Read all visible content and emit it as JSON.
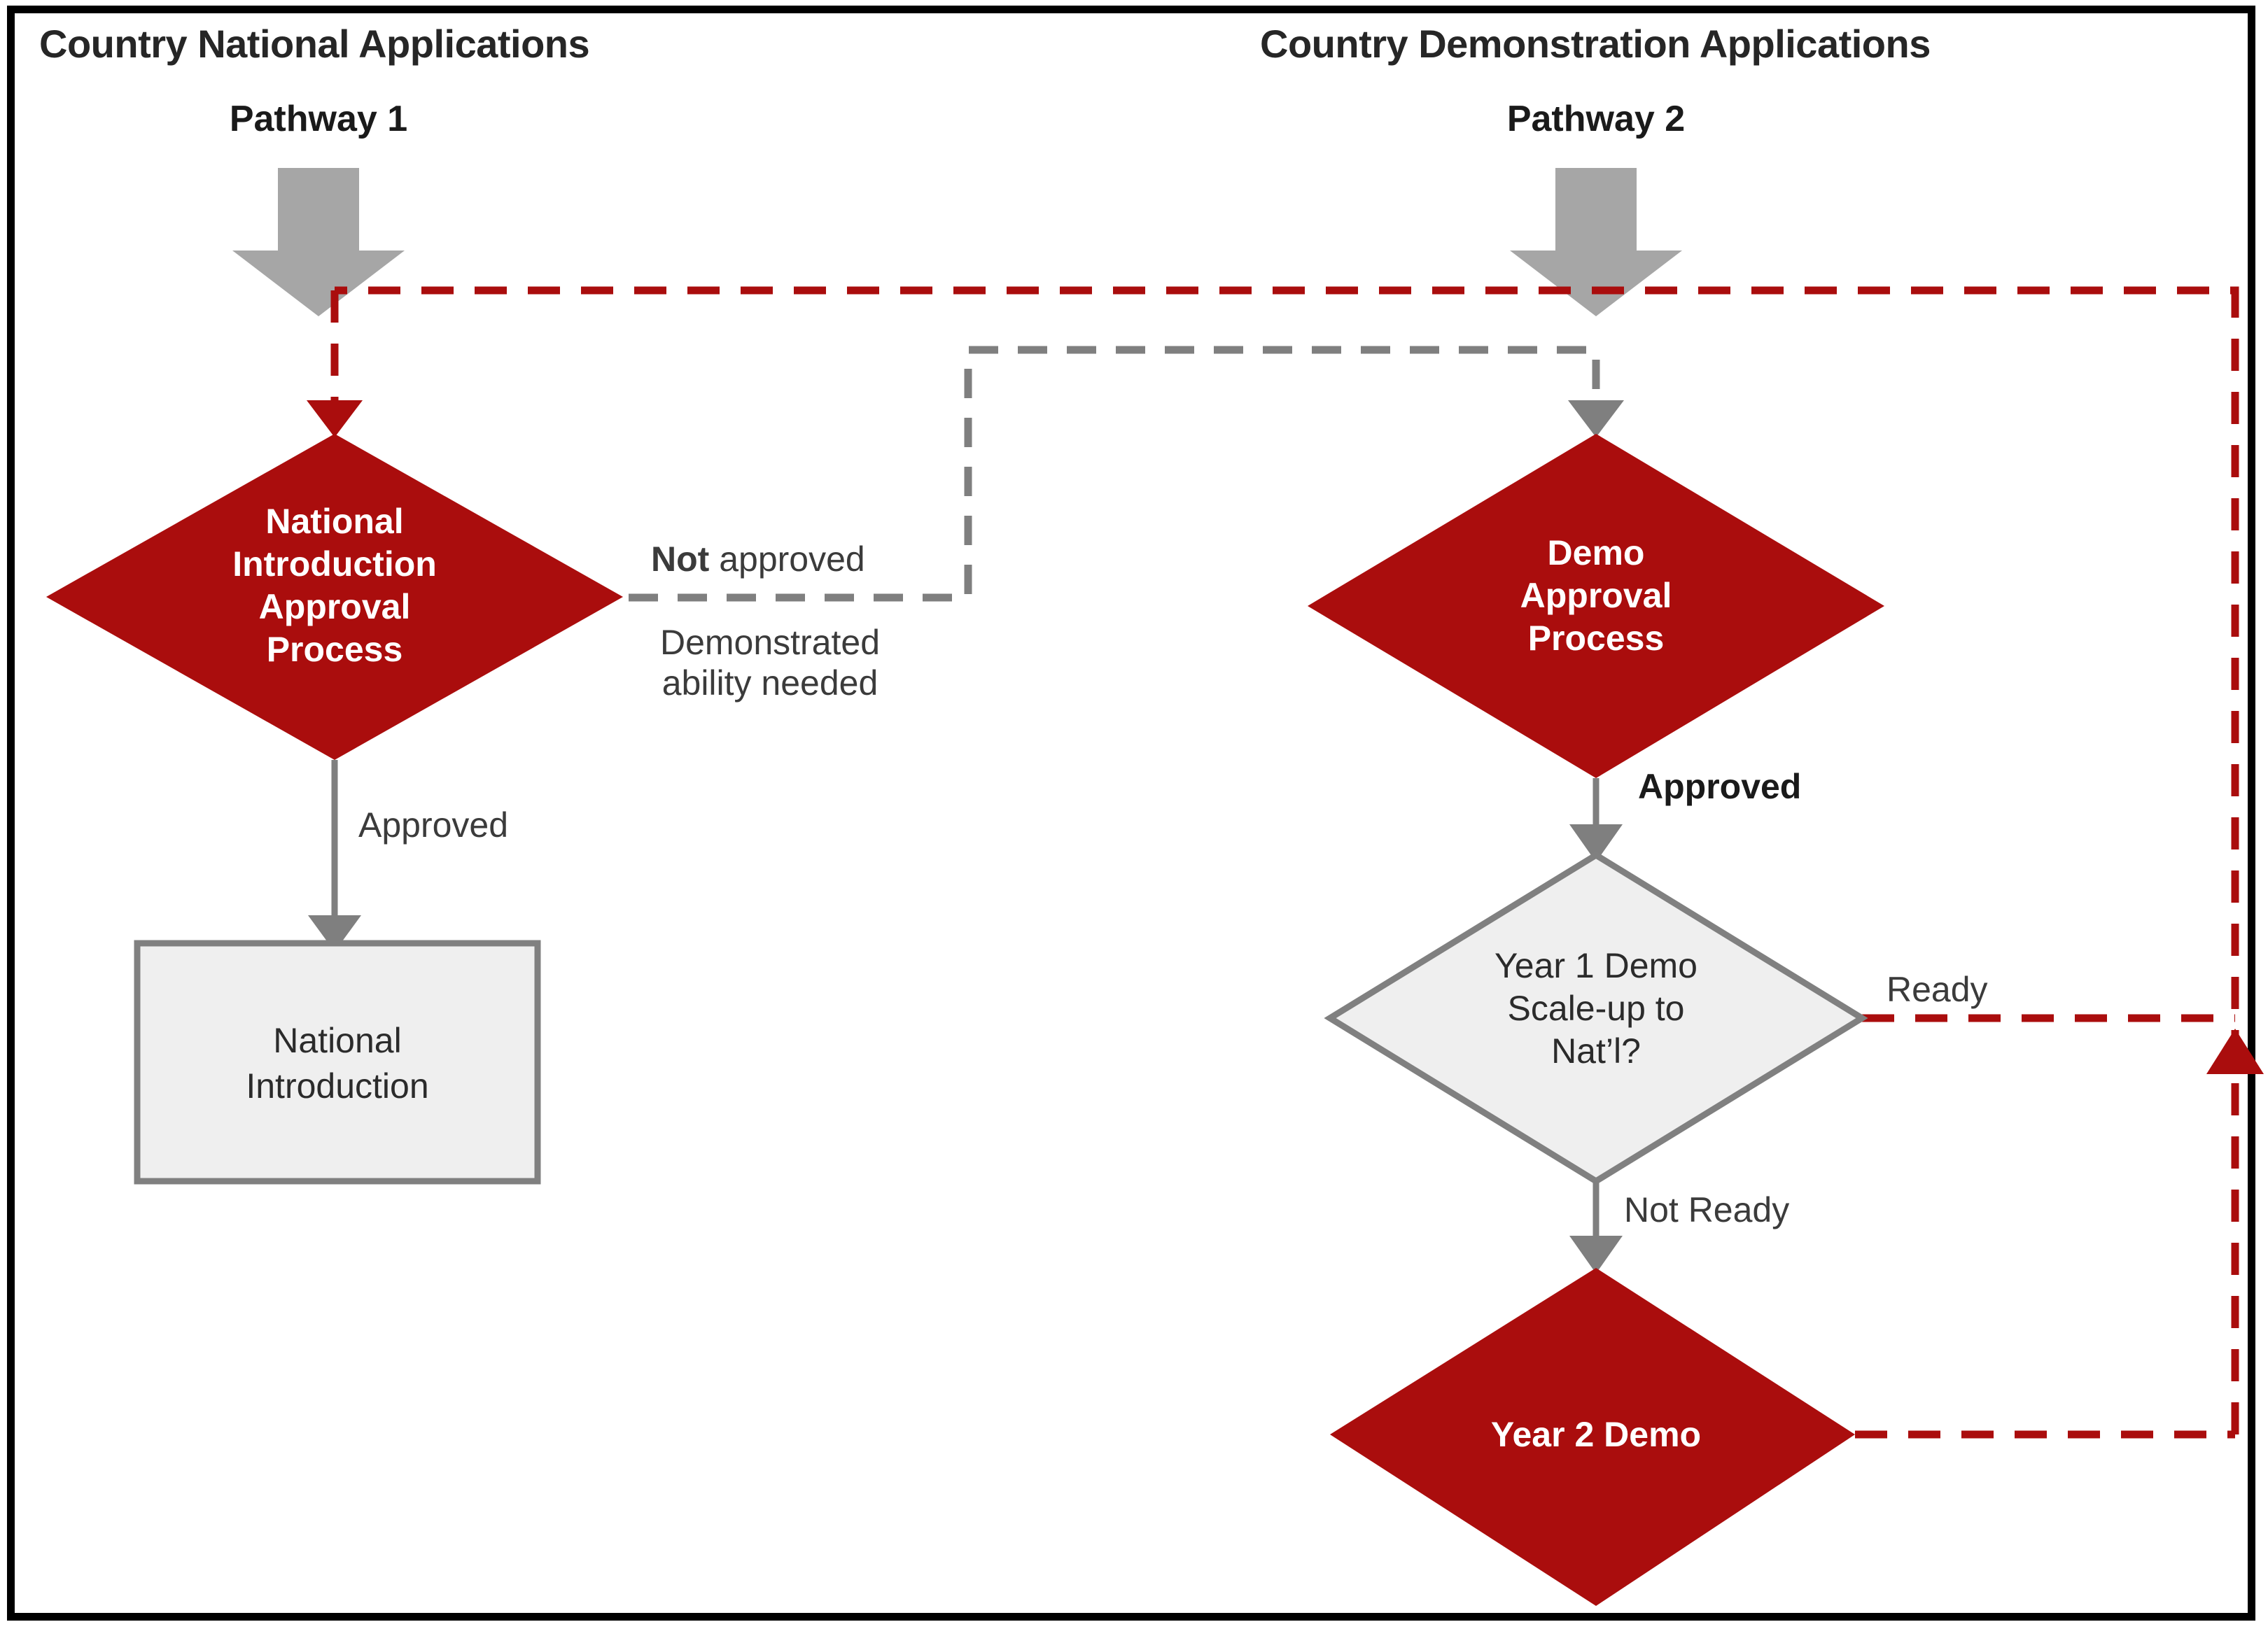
{
  "diagram": {
    "title_left": "Country National Applications",
    "title_right": "Country Demonstration Applications",
    "pathway_left": "Pathway 1",
    "pathway_right": "Pathway 2",
    "colors": {
      "accent_red": "#AA0D0D",
      "dark_red": "#A50B0B",
      "gray_line": "#808080",
      "gray_fill": "#A6A6A6",
      "box_fill": "#EFEFEF",
      "box_border": "#808080",
      "frame": "#000000",
      "text_dark": "#262626"
    },
    "nodes": {
      "national_approval": {
        "line1": "National",
        "line2": "Introduction",
        "line3": "Approval",
        "line4": "Process",
        "shape": "diamond",
        "fill": "#AA0D0D"
      },
      "national_introduction": {
        "line1": "National",
        "line2": "Introduction",
        "shape": "rectangle",
        "fill": "#EFEFEF"
      },
      "demo_approval": {
        "line1": "Demo",
        "line2": "Approval",
        "line3": "Process",
        "shape": "diamond",
        "fill": "#AA0D0D"
      },
      "year1_demo": {
        "line1": "Year 1 Demo",
        "line2": "Scale-up to",
        "line3": "Nat’l?",
        "shape": "diamond",
        "fill": "#EFEFEF"
      },
      "year2_demo": {
        "line1": "Year 2 Demo",
        "shape": "diamond",
        "fill": "#AA0D0D"
      }
    },
    "edges": {
      "not_approved_bold": "Not",
      "not_approved_rest": " approved",
      "demonstrated_l1": "Demonstrated",
      "demonstrated_l2": "ability needed",
      "approved_left": "Approved",
      "approved_right": "Approved",
      "ready": "Ready",
      "not_ready": "Not Ready"
    }
  }
}
